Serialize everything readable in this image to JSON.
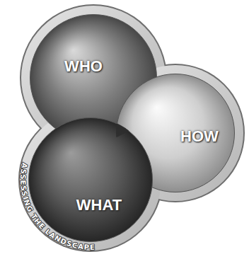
{
  "diagram": {
    "nodes": [
      {
        "text": [
          "WHO"
        ]
      },
      {
        "text": [
          "HOW"
        ]
      },
      {
        "text": [
          "WHAT"
        ]
      }
    ],
    "labels": [
      "ASSESSING THE LANDSCAPE"
    ]
  }
}
